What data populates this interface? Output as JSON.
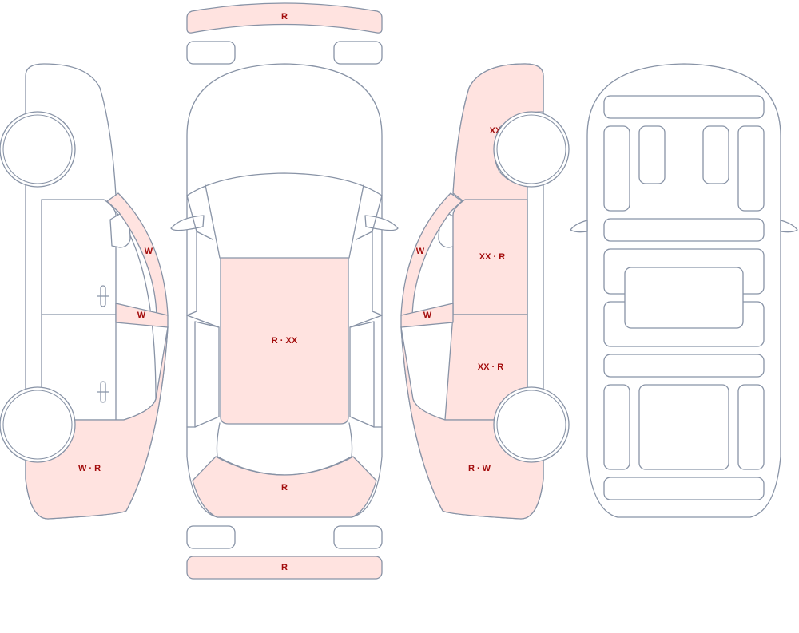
{
  "colors": {
    "damaged_fill": "#ffe3e0",
    "clean_fill": "#ffffff",
    "outline": "#8893a6",
    "label": "#a30d0d"
  },
  "panels": {
    "front_bumper": {
      "damaged": true,
      "label": "R"
    },
    "rear_bumper": {
      "damaged": true,
      "label": "R"
    },
    "roof": {
      "damaged": true,
      "label": "R · XX"
    },
    "trunk": {
      "damaged": true,
      "label": "R"
    },
    "left_rear_quarter": {
      "damaged": true,
      "label": "W · R"
    },
    "left_a_pillar": {
      "damaged": true,
      "label": "W"
    },
    "left_mirror_window": {
      "damaged": true,
      "label": "W"
    },
    "right_front_fender": {
      "damaged": true,
      "label": "XX"
    },
    "right_front_door": {
      "damaged": true,
      "label": "XX · R"
    },
    "right_rear_door": {
      "damaged": true,
      "label": "XX · R"
    },
    "right_rear_quarter": {
      "damaged": true,
      "label": "R · W"
    },
    "right_a_pillar": {
      "damaged": true,
      "label": "W"
    },
    "right_mirror_window": {
      "damaged": true,
      "label": "W"
    }
  }
}
